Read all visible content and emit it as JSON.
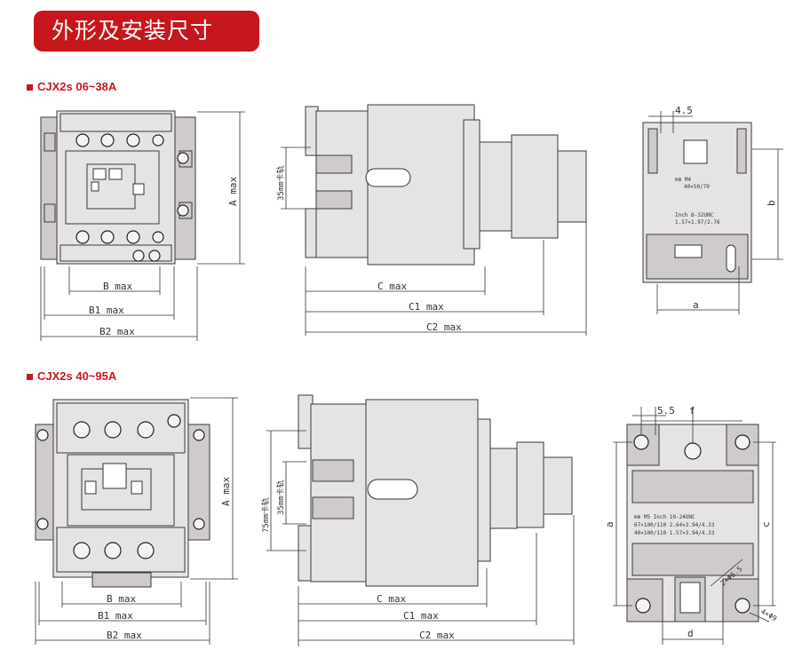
{
  "banner": {
    "title": "外形及安装尺寸"
  },
  "sections": [
    {
      "label": "CJX2s 06~38A"
    },
    {
      "label": "CJX2s 40~95A"
    }
  ],
  "dims_top": {
    "a_max": "A max",
    "b_max": "B max",
    "b1_max": "B1 max",
    "b2_max": "B2 max",
    "c_max": "C max",
    "c1_max": "C1 max",
    "c2_max": "C2 max",
    "rail35": "35mm卡轨",
    "d45": "4.5",
    "a": "a",
    "b": "b",
    "plate1": "mm        M4",
    "plate2": "40×50/70",
    "plate3": "Inch  8-32UNC",
    "plate4": "1.57×1.97/2.76"
  },
  "dims_bot": {
    "a_max": "A max",
    "b_max": "B max",
    "b1_max": "B1 max",
    "b2_max": "B2 max",
    "c_max": "C max",
    "c1_max": "C1 max",
    "c2_max": "C2 max",
    "rail75": "75mm卡轨",
    "rail35": "35mm卡轨",
    "d55": "5.5",
    "f": "f",
    "a": "a",
    "c": "c",
    "d": "d",
    "phi": "2×Φ6.5",
    "four": "4×Φ9",
    "plate1": "mm    M5    Inch  10-24UNC",
    "plate2": "67×100/110   2.64×3.94/4.33",
    "plate3": "40×100/110   1.57×3.94/4.33"
  }
}
